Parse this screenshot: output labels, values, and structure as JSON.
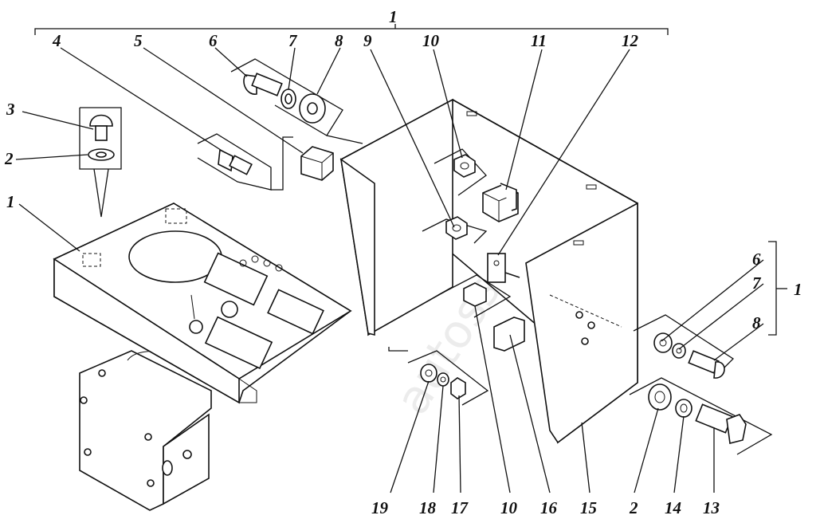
{
  "watermark": "autoss.pro",
  "labels": {
    "top_1": "1",
    "l2": "2",
    "l3": "3",
    "l4": "4",
    "l5": "5",
    "l6": "6",
    "l7": "7",
    "l8": "8",
    "l9": "9",
    "l10": "10",
    "l11": "11",
    "l12": "12",
    "left_1": "1",
    "r6": "6",
    "r7": "7",
    "r8": "8",
    "right_1": "1",
    "b19": "19",
    "b18": "18",
    "b17": "17",
    "b10": "10",
    "b16": "16",
    "b15": "15",
    "b2": "2",
    "b14": "14",
    "b13": "13"
  }
}
